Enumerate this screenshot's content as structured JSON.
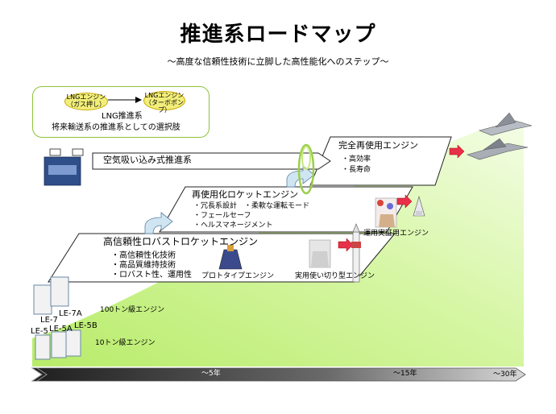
{
  "title": "推進系ロードマップ",
  "subtitle": "～高度な信頼性技術に立脚した高性能化へのステップ～",
  "lng_box": {
    "engine_a": "LNGエンジン（ガス押し）",
    "engine_b": "LNGエンジン（ターボポンプ）",
    "label": "LNG推進系",
    "caption": "将来輸送系の推進系としての選択肢"
  },
  "stages": {
    "airbreathing": "空気吸い込み式推進系",
    "fully_reusable": {
      "title": "完全再使用エンジン",
      "bullets": [
        "・高効率",
        "・長寿命"
      ]
    },
    "reusable_rocket": {
      "title": "再使用化ロケットエンジン",
      "bullets": [
        "・冗長系設計　・柔軟な運転モード",
        "・フェールセーフ",
        "・ヘルスマネージメント"
      ]
    },
    "robust": {
      "title": "高信頼性ロバストロケットエンジン",
      "bullets": [
        "・高信頼性化技術",
        "・高品質維持技術",
        "・ロバスト性、運用性"
      ]
    }
  },
  "captions": {
    "prototype": "プロトタイプエンジン",
    "expendable": "実用使い切り型エンジン",
    "reusable_demo": "運用実証用エンジン",
    "class_100t": "100トン級エンジン",
    "class_10t": "10トン級エンジン"
  },
  "engines": [
    "LE-7",
    "LE-7A",
    "LE-5",
    "LE-5A",
    "LE-5B"
  ],
  "timeline": [
    "～5年",
    "～15年",
    "～30年"
  ],
  "colors": {
    "green_fill": "#c9f08a",
    "green_light": "#eefcd9",
    "arrow_red": "#e8304a",
    "arrow_blue": "#cfe6f2",
    "timeline_dark": "#3a3a3a"
  }
}
